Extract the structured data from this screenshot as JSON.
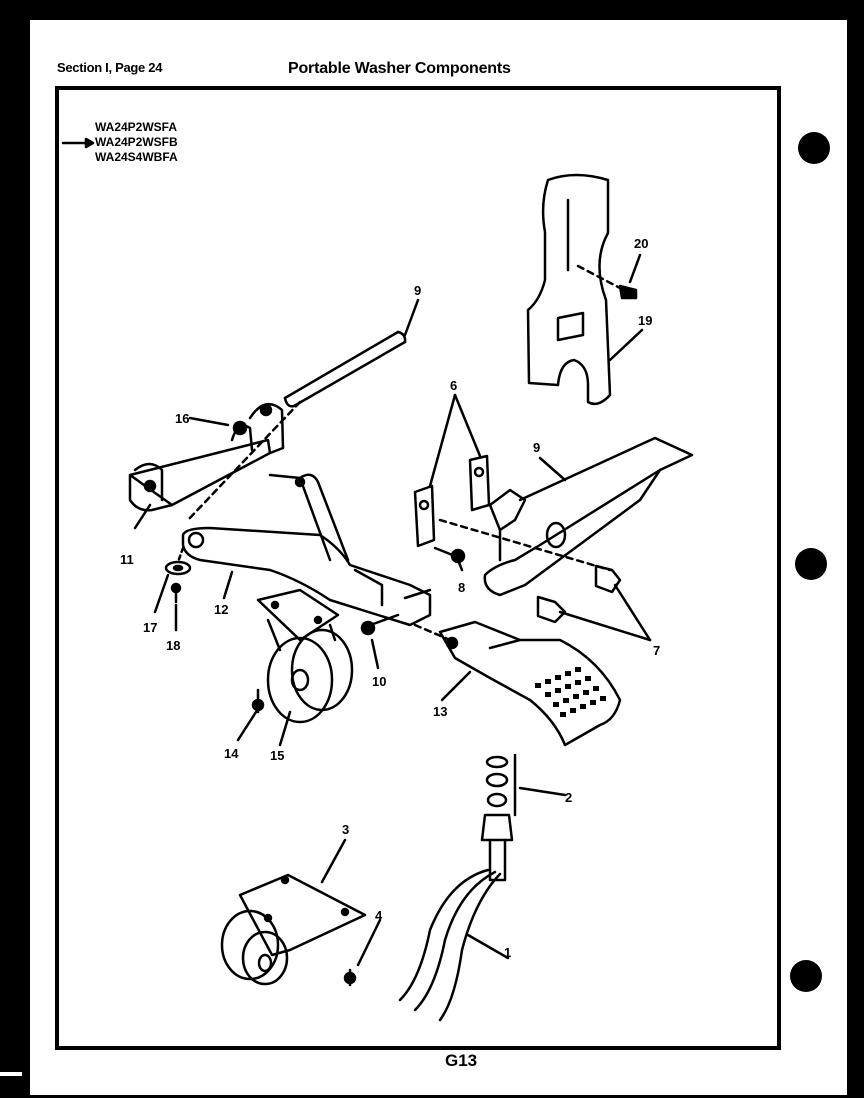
{
  "header": {
    "section_page": "Section I, Page 24",
    "title": "Portable Washer Components"
  },
  "models": [
    "WA24P2WSFA",
    "WA24P2WSFB",
    "WA24S4WBFA"
  ],
  "footer_code": "G13",
  "callouts": [
    "1",
    "2",
    "3",
    "4",
    "6",
    "7",
    "8",
    "9",
    "9",
    "10",
    "11",
    "12",
    "13",
    "14",
    "15",
    "16",
    "17",
    "18",
    "19",
    "20"
  ]
}
